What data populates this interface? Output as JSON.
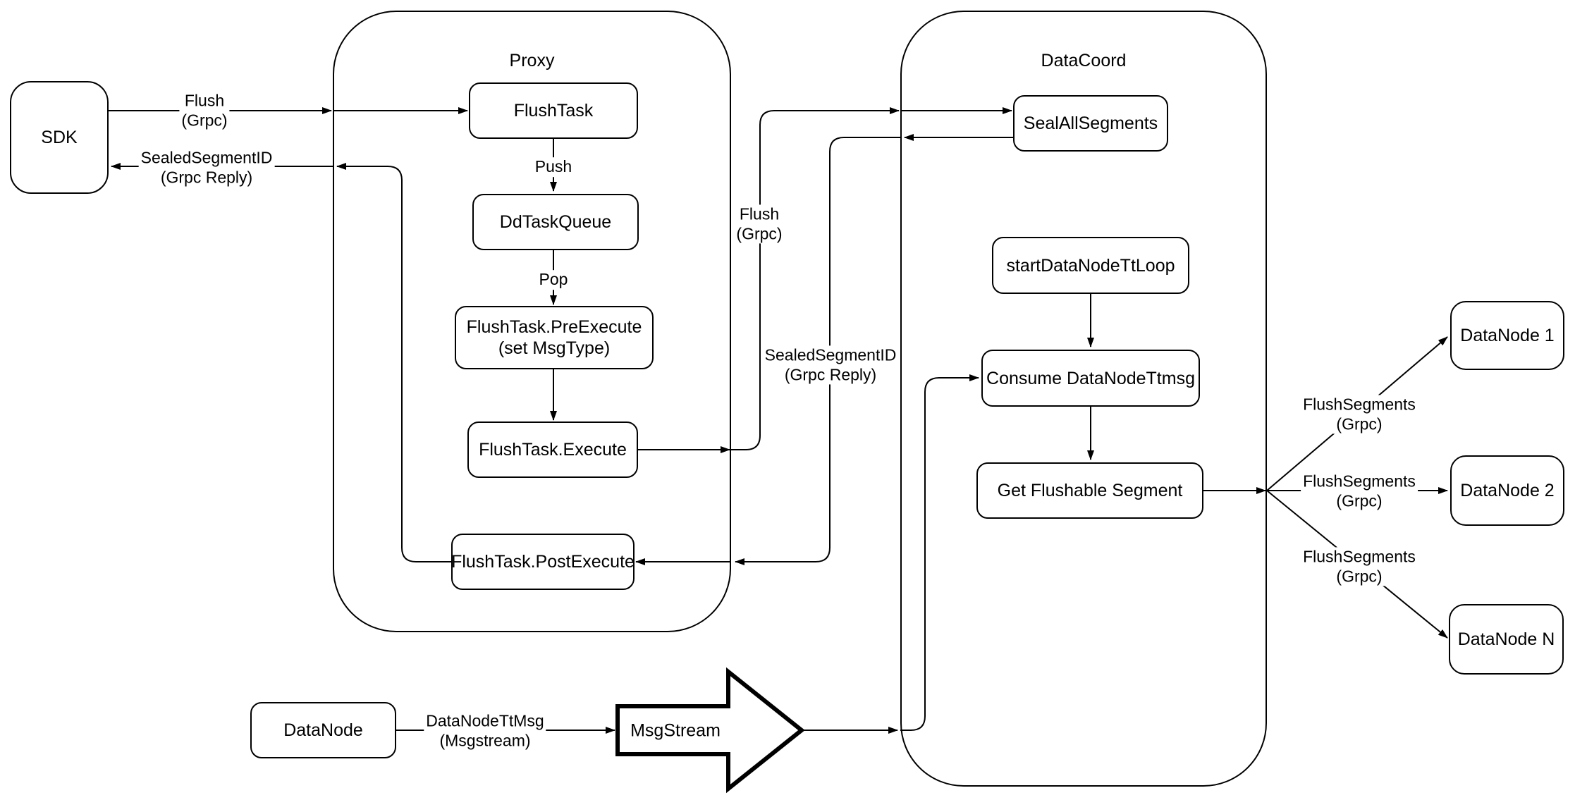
{
  "diagram": {
    "title_context": "Milvus flush data flow diagram",
    "colors": {
      "stroke": "#000000",
      "background": "#ffffff",
      "fill": "#ffffff"
    },
    "containers": {
      "proxy": {
        "title": "Proxy"
      },
      "datacoord": {
        "title": "DataCoord"
      }
    },
    "nodes": {
      "sdk": "SDK",
      "flush_task": "FlushTask",
      "dd_task_queue": "DdTaskQueue",
      "pre_execute": "FlushTask.PreExecute\n(set MsgType)",
      "execute": "FlushTask.Execute",
      "post_execute": "FlushTask.PostExecute",
      "seal_all_segments": "SealAllSegments",
      "start_datanode_tt_loop": "startDataNodeTtLoop",
      "consume_datanode_ttmsg": "Consume DataNodeTtmsg",
      "get_flushable_segment": "Get Flushable Segment",
      "datanode_1": "DataNode 1",
      "datanode_2": "DataNode 2",
      "datanode_n": "DataNode N",
      "datanode_bottom": "DataNode",
      "msgstream": "MsgStream"
    },
    "edge_labels": {
      "flush_sdk": "Flush\n(Grpc)",
      "sealed_sdk": "SealedSegmentID\n(Grpc Reply)",
      "push": "Push",
      "pop": "Pop",
      "flush_mid": "Flush\n(Grpc)",
      "sealed_mid": "SealedSegmentID\n(Grpc Reply)",
      "flush_segments_1": "FlushSegments\n(Grpc)",
      "flush_segments_2": "FlushSegments\n(Grpc)",
      "flush_segments_3": "FlushSegments\n(Grpc)",
      "datanode_tt_msg": "DataNodeTtMsg\n(Msgstream)"
    }
  }
}
